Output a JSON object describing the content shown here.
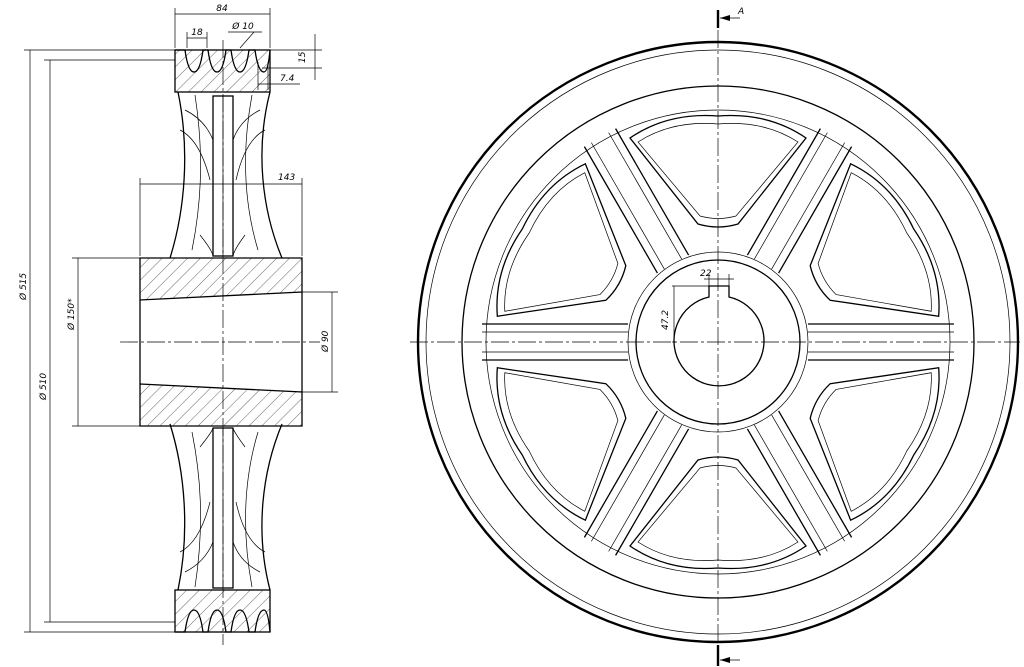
{
  "section_view": {
    "dims": {
      "width_84": "84",
      "groove_pitch_18": "18",
      "groove_dia_10": "Ø 10",
      "depth_15": "15",
      "offset_7_4": "7.4",
      "hub_length_143": "143",
      "outer_dia_515": "Ø 515",
      "pitch_dia_510": "Ø 510",
      "hub_dia_150": "Ø 150*",
      "bore_dia_90": "Ø 90"
    }
  },
  "front_view": {
    "keyway_width": "22",
    "keyway_depth": "47.2",
    "section_marker": "A"
  }
}
